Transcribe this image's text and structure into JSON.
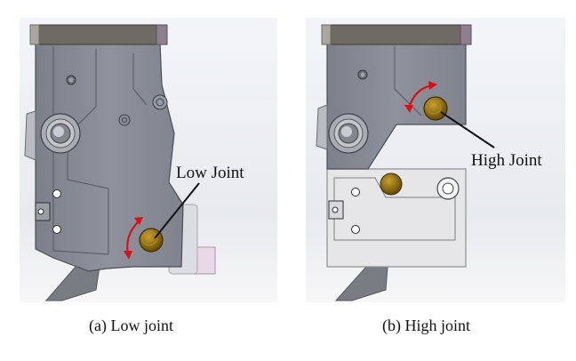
{
  "figure": {
    "panels": [
      {
        "id": "a",
        "caption": "(a)  Low joint",
        "joint_label": "Low Joint",
        "joint_position": "low"
      },
      {
        "id": "b",
        "caption": "(b) High joint",
        "joint_label": "High Joint",
        "joint_position": "high"
      }
    ],
    "colors": {
      "body_gray": "#8a8d98",
      "dark_gray": "#6f727c",
      "light_part": "#e6e6e8",
      "joint_gold": "#8a6a12",
      "arrow_red": "#d41414",
      "top_bar": "#6b6760"
    }
  }
}
